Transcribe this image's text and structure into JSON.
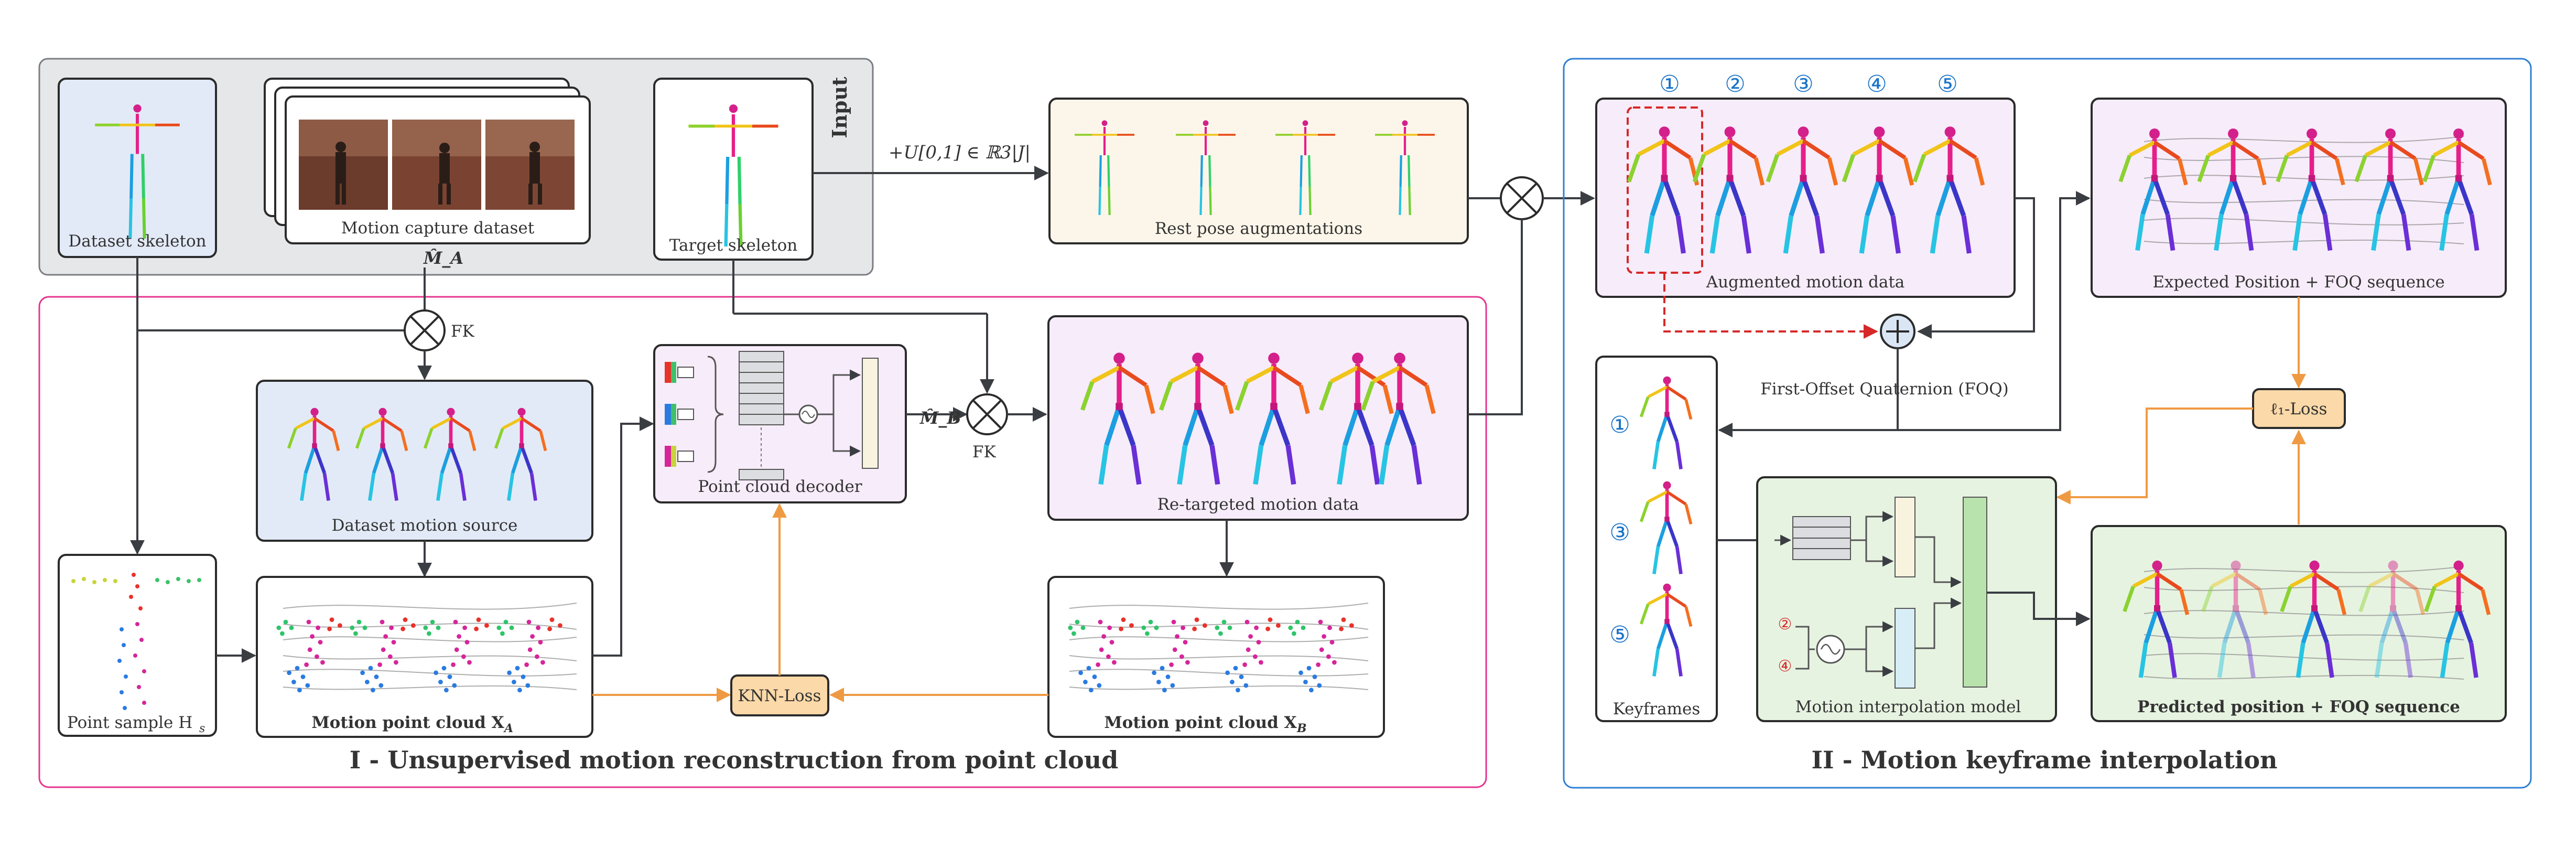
{
  "input_panel": {
    "title": "Input",
    "dataset_skeleton": "Dataset skeleton",
    "mocap_dataset": "Motion capture dataset",
    "mocap_symbol": "M̂_A",
    "target_skeleton": "Target skeleton"
  },
  "augment": {
    "formula": "+U[0,1] ∈ ℝ3|J|",
    "rest_pose": "Rest pose augmentations"
  },
  "section1": {
    "title": "I - Unsupervised motion reconstruction from point cloud",
    "fk_top": "FK",
    "fk_right": "FK",
    "dataset_motion_source": "Dataset motion source",
    "point_cloud_decoder": "Point cloud decoder",
    "mb_hat": "M̂_B",
    "retargeted": "Re-targeted motion data",
    "point_sample": "Point sample H",
    "point_sample_sub": "s",
    "pc_a": "Motion point cloud X",
    "pc_a_sub": "A",
    "pc_b": "Motion point cloud X",
    "pc_b_sub": "B",
    "knn_loss": "KNN-Loss"
  },
  "section2": {
    "title": "II - Motion keyframe interpolation",
    "numbers": [
      "①",
      "②",
      "③",
      "④",
      "⑤"
    ],
    "augmented": "Augmented motion data",
    "expected": "Expected Position + FOQ sequence",
    "foq": "First-Offset Quaternion (FOQ)",
    "l1_loss": "ℓ₁-Loss",
    "keyframes": "Keyframes",
    "keyframe_numbers": [
      "①",
      "③",
      "⑤"
    ],
    "missing_numbers": [
      "②",
      "④"
    ],
    "interp_model": "Motion interpolation model",
    "predicted": "Predicted position + FOQ sequence"
  },
  "colors": {
    "input_bg": "#e6e7e9",
    "input_border": "#7a7d82",
    "section1_border": "#e6348f",
    "section2_border": "#2f7fd6",
    "lilac": "#f7ecfa",
    "blue_light": "#e3eaf7",
    "green_light": "#e7f3e1",
    "cream": "#fcf6ea",
    "orange": "#ef9a43",
    "loss_fill": "#fbd9a8",
    "red_dash": "#d62828"
  }
}
